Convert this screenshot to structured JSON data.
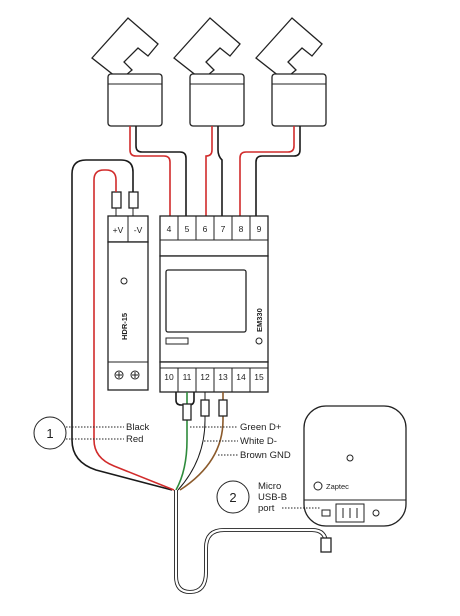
{
  "meter": {
    "model": "EM330",
    "top_terminals": [
      "4",
      "5",
      "6",
      "7",
      "8",
      "9"
    ],
    "bottom_terminals": [
      "10",
      "11",
      "12",
      "13",
      "14",
      "15"
    ]
  },
  "psu": {
    "model": "HDR-15",
    "plus": "+V",
    "minus": "-V"
  },
  "charger": {
    "brand": "Zaptec"
  },
  "callouts": [
    {
      "number": "1"
    },
    {
      "number": "2"
    }
  ],
  "wires": {
    "black": "Black",
    "red": "Red",
    "green": "Green D+",
    "white": "White D-",
    "brown": "Brown GND"
  },
  "usb_label": [
    "Micro",
    "USB-B",
    "port"
  ],
  "colors": {
    "black": "#1a1a1a",
    "red": "#d12b2b",
    "green": "#2e8b3c",
    "brown": "#8b5a2b",
    "outline": "#222222"
  },
  "icons": [
    "current-transformer-icon",
    "screw-terminal-icon",
    "led-indicator-icon",
    "zaptec-logo-icon"
  ]
}
